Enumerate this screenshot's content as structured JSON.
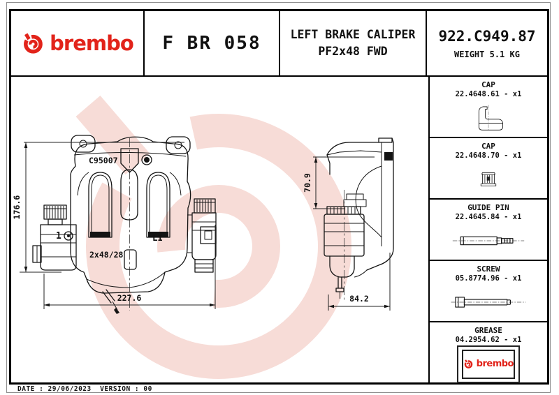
{
  "brand": {
    "name": "brembo"
  },
  "header": {
    "code": "F BR 058",
    "title_line1": "LEFT BRAKE CALIPER",
    "title_line2": "PF2x48 FWD",
    "part_number": "922.C949.87",
    "weight": "WEIGHT 5.1 KG"
  },
  "drawing": {
    "labels": {
      "casting_code": "C95007",
      "position_marker": "1",
      "piston_spec": "2x48/28",
      "side_code": "LI"
    },
    "dimensions": {
      "front_height": "176.6",
      "front_width": "227.6",
      "side_height": "70.9",
      "side_width": "84.2"
    }
  },
  "parts_list": [
    {
      "name": "CAP",
      "number": "22.4648.61 - x1"
    },
    {
      "name": "CAP",
      "number": "22.4648.70 - x1"
    },
    {
      "name": "GUIDE PIN",
      "number": "22.4645.84 - x1"
    },
    {
      "name": "SCREW",
      "number": "05.8774.96 - x1"
    },
    {
      "name": "GREASE",
      "number": "04.2954.62 - x1"
    }
  ],
  "footer": {
    "date_version": "DATE : 29/06/2023  VERSION : 00"
  },
  "colors": {
    "brand_red": "#e2231a",
    "watermark_pink": "#f7dcd7",
    "line_color": "#141414"
  }
}
